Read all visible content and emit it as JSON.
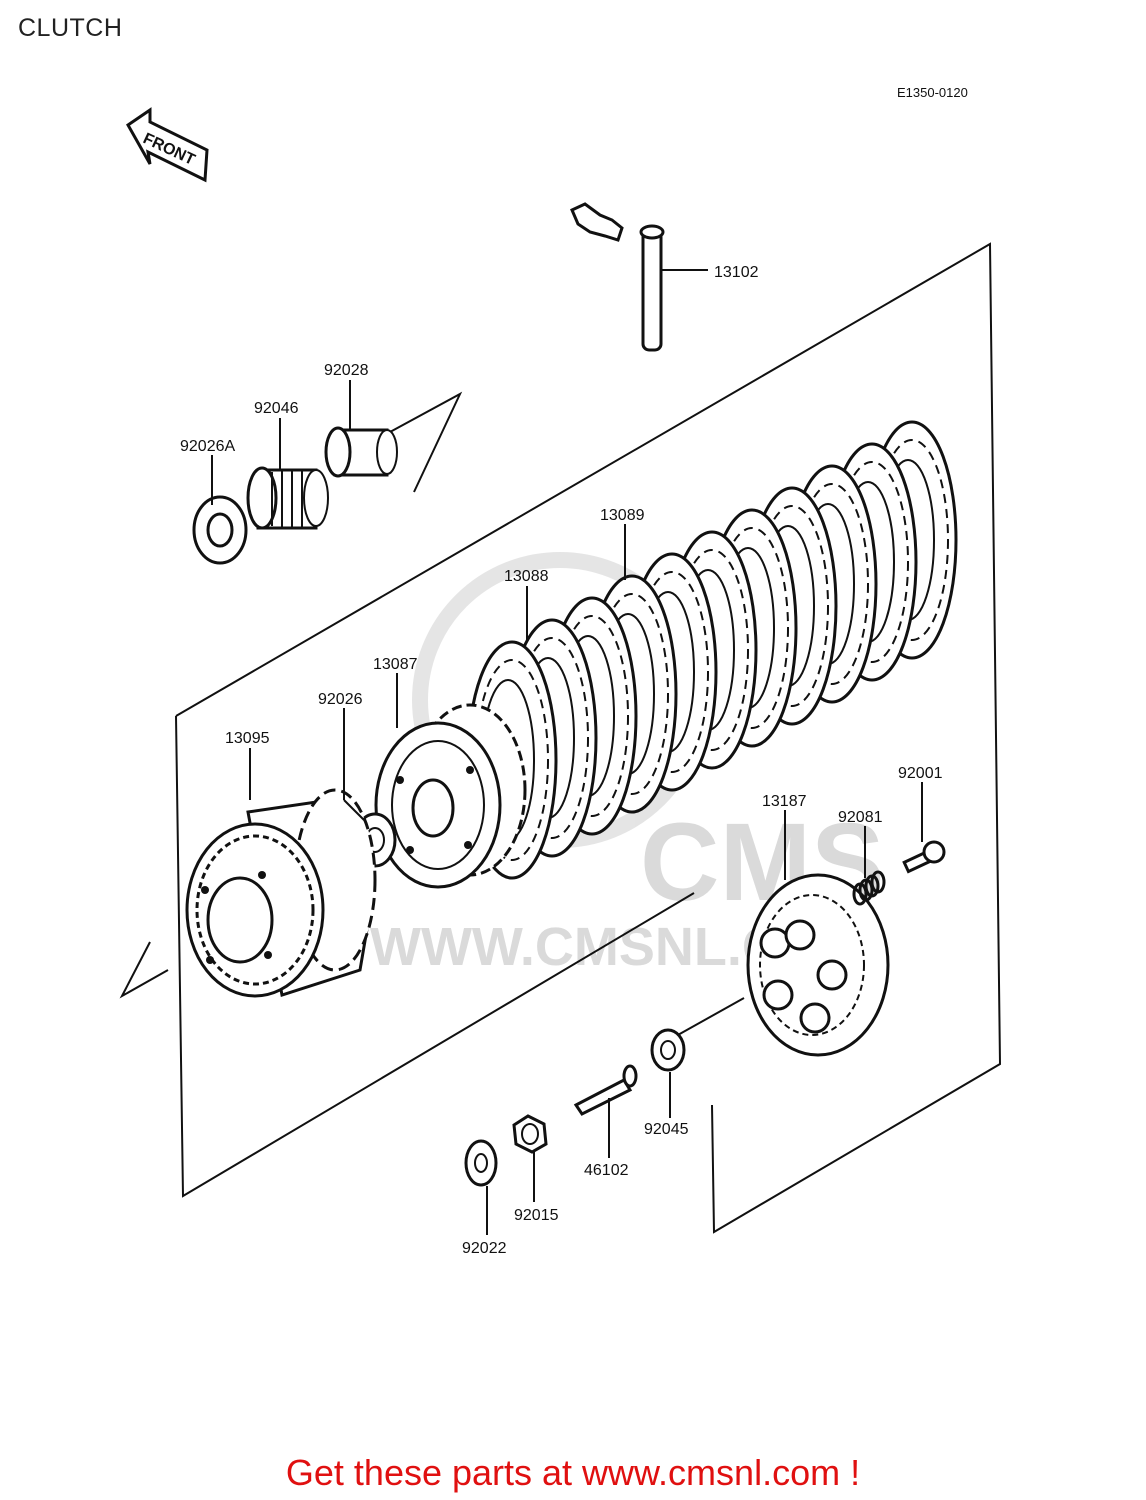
{
  "page": {
    "title": "CLUTCH"
  },
  "diagram": {
    "code": "E1350-0120",
    "front_label": "FRONT",
    "watermark": {
      "brand": "CMS",
      "url": "WWW.CMSNL.COM"
    },
    "parts": [
      {
        "id": "13102"
      },
      {
        "id": "92028"
      },
      {
        "id": "92046"
      },
      {
        "id": "92026A"
      },
      {
        "id": "13089"
      },
      {
        "id": "13088"
      },
      {
        "id": "13087"
      },
      {
        "id": "92026"
      },
      {
        "id": "13095"
      },
      {
        "id": "92001"
      },
      {
        "id": "13187"
      },
      {
        "id": "92081"
      },
      {
        "id": "92045"
      },
      {
        "id": "46102"
      },
      {
        "id": "92015"
      },
      {
        "id": "92022"
      }
    ]
  },
  "footer": {
    "cta": "Get these parts at www.cmsnl.com !"
  }
}
